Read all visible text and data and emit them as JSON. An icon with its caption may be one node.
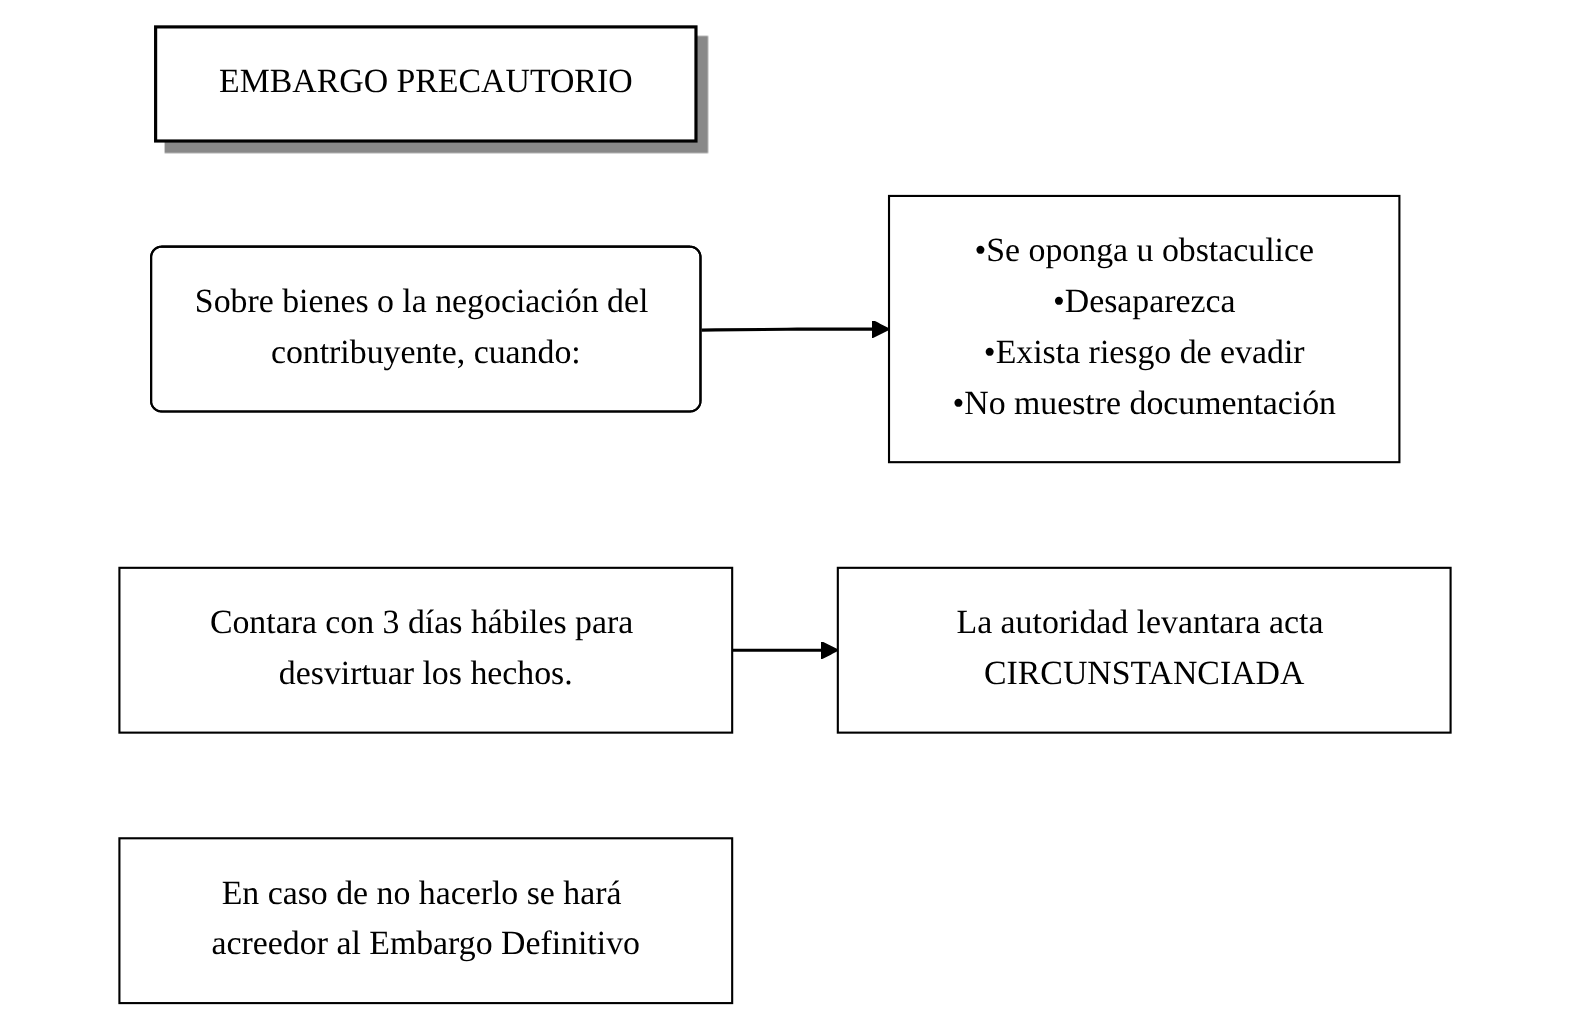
{
  "diagram": {
    "nodes": [
      {
        "text": [
          "EMBARGO PRECAUTORIO"
        ]
      },
      {
        "text": [
          "Sobre bienes o la negociación del contribuyente, cuando:"
        ]
      },
      {
        "text": [
          "•Se oponga u obstaculice",
          "•Desaparezca",
          "•Exista riesgo de evadir",
          "•No muestre documentación"
        ]
      },
      {
        "text": [
          "Contara con 3 días hábiles para desvirtuar los hechos."
        ]
      },
      {
        "text": [
          "La autoridad levantara acta CIRCUNSTANCIADA"
        ]
      },
      {
        "text": [
          "En caso de no hacerlo se hará acreedor al Embargo Definitivo"
        ]
      }
    ],
    "edges": [
      {
        "from": 1,
        "to": 2,
        "arrow": "to"
      },
      {
        "from": 3,
        "to": 4,
        "arrow": "to"
      }
    ]
  }
}
